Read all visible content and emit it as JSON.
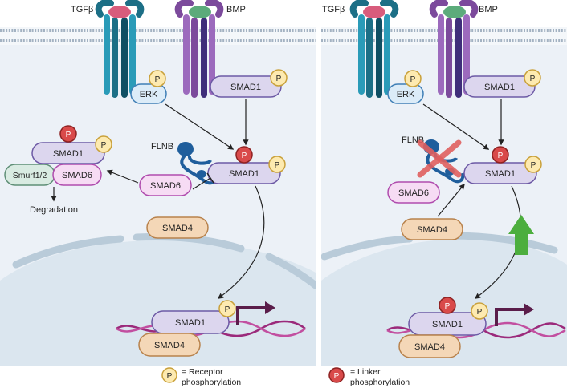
{
  "colors": {
    "cell_bg": "#ecf1f7",
    "membrane": "#9fb0c2",
    "nucleus": "#dde8f1",
    "nuclear_envelope": "#b9cbd9",
    "smad1_fill": "#dcd6ee",
    "smad1_stroke": "#6d5aa5",
    "smad6_fill": "#f6dcf4",
    "smad6_stroke": "#b04cae",
    "smad4_fill": "#f4d7b7",
    "smad4_stroke": "#b8824c",
    "smurf_fill": "#d9ebe2",
    "smurf_stroke": "#5f8f77",
    "erk_fill": "#dcecf8",
    "erk_stroke": "#3f7fb6",
    "receptor_p_fill": "#fdeab0",
    "receptor_p_stroke": "#c9a13b",
    "linker_p_fill": "#d94a4a",
    "linker_p_stroke": "#8e2222",
    "flnb": "#1f5e9c",
    "dna": "#9b2a7b",
    "promoter_arrow": "#5a1d4a",
    "up_arrow": "#4cae3e",
    "cross": "#e06060",
    "tgfb_receptor": "#1c6f86",
    "tgfb_ligand": "#d85c7c",
    "bmp_receptor": "#7c4a9c",
    "bmp_ligand": "#5cab7b"
  },
  "panels": [
    {
      "ligand_tgfb": "TGFβ",
      "ligand_bmp": "BMP",
      "erk": "ERK",
      "smad1_cyto": "SMAD1",
      "smad1_deg": "SMAD1",
      "smurf": "Smurf1/2",
      "smad6_complex": "SMAD6",
      "degradation": "Degradation",
      "flnb": "FLNB",
      "smad6": "SMAD6",
      "smad1_center": "SMAD1",
      "smad4": "SMAD4",
      "smad1_nuc": "SMAD1",
      "smad4_nuc": "SMAD4",
      "p_label": "P"
    },
    {
      "ligand_tgfb": "TGFβ",
      "ligand_bmp": "BMP",
      "erk": "ERK",
      "smad1_cyto": "SMAD1",
      "flnb": "FLNB",
      "smad6": "SMAD6",
      "smad1_center": "SMAD1",
      "smad4": "SMAD4",
      "smad1_nuc": "SMAD1",
      "smad4_nuc": "SMAD4",
      "p_label": "P"
    }
  ],
  "legend": {
    "receptor_symbol": "P",
    "receptor_text_1": "= Receptor",
    "receptor_text_2": "phosphorylation",
    "linker_symbol": "P",
    "linker_text_1": "= Linker",
    "linker_text_2": "phosphorylation"
  }
}
